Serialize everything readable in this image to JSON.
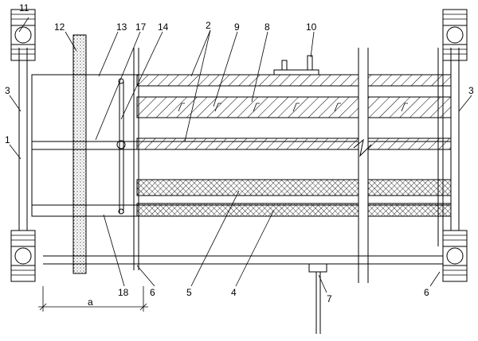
{
  "diagram": {
    "labels": {
      "l1": "1",
      "l2": "2",
      "l3_left": "3",
      "l3_right": "3",
      "l4": "4",
      "l5": "5",
      "l6_left": "6",
      "l6_right": "6",
      "l7": "7",
      "l8": "8",
      "l9": "9",
      "l10": "10",
      "l11": "11",
      "l12": "12",
      "l13": "13",
      "l14": "14",
      "l17": "17",
      "l18": "18",
      "dim_a": "a"
    }
  }
}
